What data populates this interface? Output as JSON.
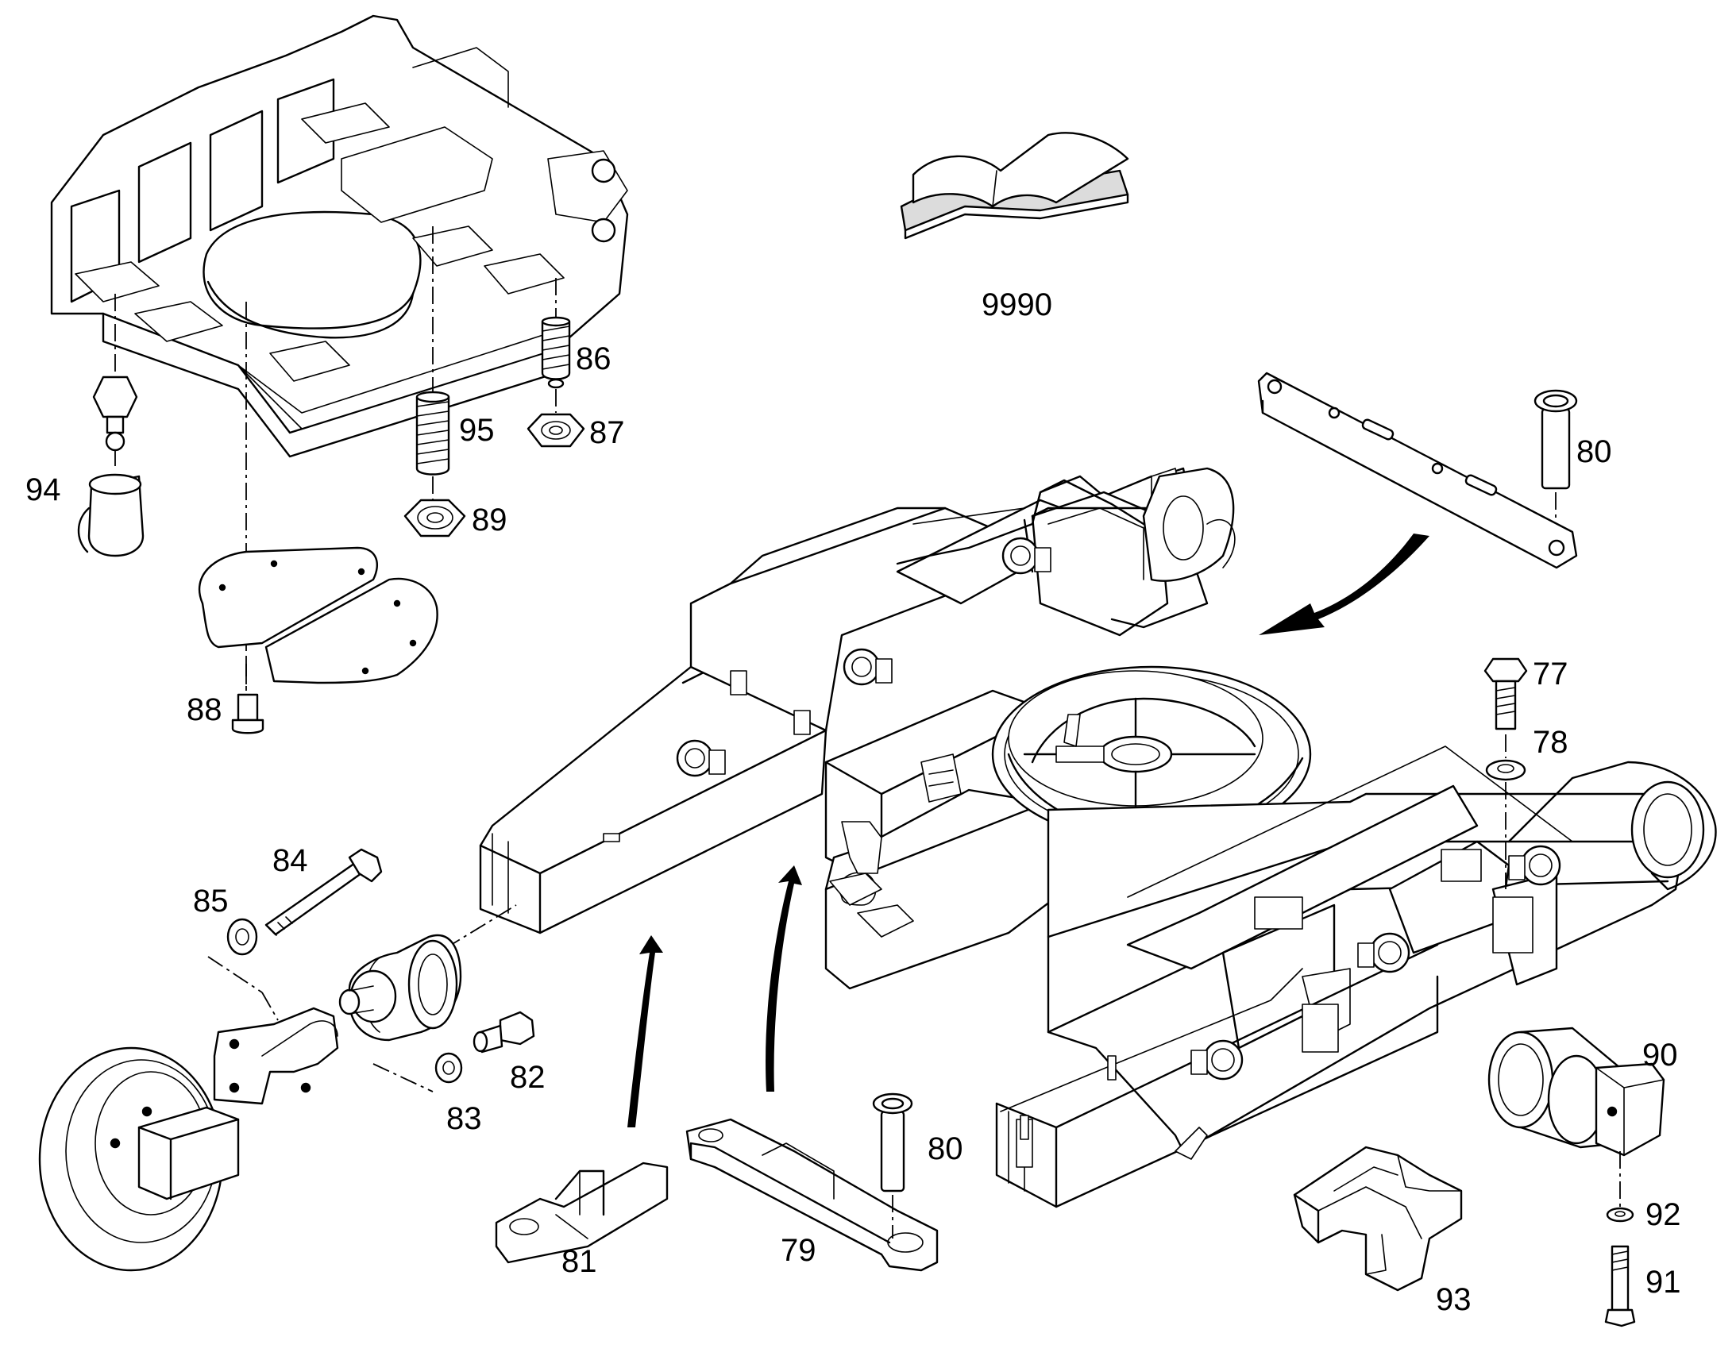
{
  "callouts": {
    "c77": "77",
    "c78": "78",
    "c79": "79",
    "c80a": "80",
    "c80b": "80",
    "c81": "81",
    "c82": "82",
    "c83": "83",
    "c84": "84",
    "c85": "85",
    "c86": "86",
    "c87": "87",
    "c88": "88",
    "c89": "89",
    "c90": "90",
    "c91": "91",
    "c92": "92",
    "c93": "93",
    "c94": "94",
    "c95": "95",
    "c9990": "9990"
  }
}
